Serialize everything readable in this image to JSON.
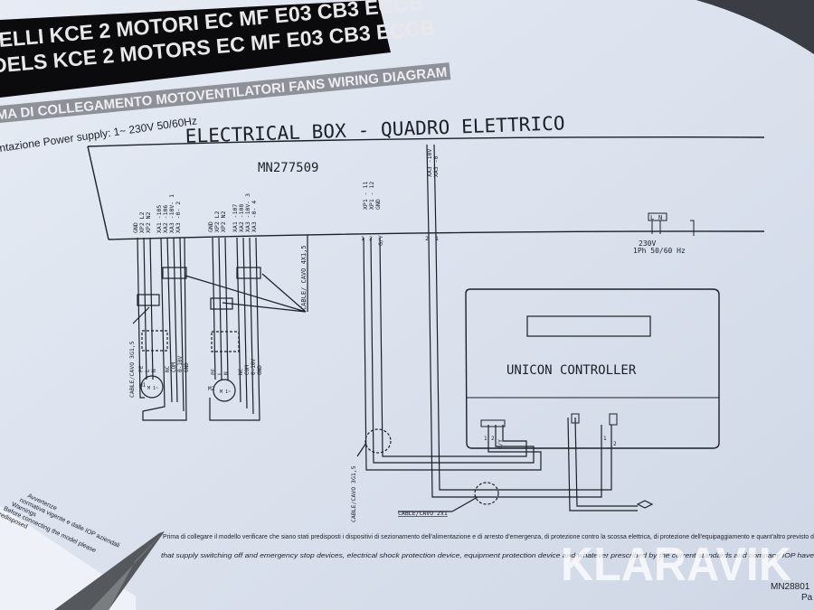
{
  "header": {
    "title_it": "ELLI KCE 2 MOTORI EC MF E03 CB3 ECCB",
    "title_en": "DELS KCE 2 MOTORS EC MF E03 CB3 ECCB",
    "subtitle": "MA DI COLLEGAMENTO MOTOVENTILATORI  FANS WIRING DIAGRAM",
    "power_supply": "ntazione  Power supply:  1~ 230V  50/60Hz"
  },
  "electrical_box": {
    "title": "ELECTRICAL BOX - QUADRO ELETTRICO",
    "code": "MN277509",
    "terminals_motor1": [
      "GND",
      "XP2 L2",
      "XP2 N2",
      "XA1 -105",
      "XA2 -106",
      "XA3 -10V- 1",
      "XA3 -0- 2"
    ],
    "terminals_motor2": [
      "GND",
      "XP2 L2",
      "XP2 N2",
      "XA1 -107",
      "XA2 -108",
      "XA3 -10V- 3",
      "XA3 -0- 4"
    ],
    "terminals_ctrl": [
      "XP1 - 11",
      "XP1 - 12",
      "GND"
    ],
    "terminals_signal": [
      "XA3 -10V",
      "XA3 -0"
    ],
    "wire_numbers": [
      "1",
      "2",
      "G/Y",
      "2",
      "1"
    ],
    "power_terminals": [
      "L",
      "N"
    ],
    "power_label_1": "230V",
    "power_label_2": "1Ph  50/60 Hz"
  },
  "cables": {
    "cable_4x1_5": "CABLE/ CAVO 4X1,5",
    "cable_3x1_5_a": "CABLE/CAVO 3G1,5",
    "cable_3x1_5_b": "CABLE/CAVO 3G1,5",
    "cable_2x1": "CABLE/CAVO 2x1"
  },
  "motors": {
    "pins": [
      "PE",
      "L",
      "N",
      "NC",
      "COM",
      "0-10V",
      "GND"
    ],
    "m1_label": "M1",
    "m2_label": "M2",
    "motor_symbol": "M 1~"
  },
  "controller": {
    "label": "UNICON CONTROLLER",
    "wire_numbers": [
      "1",
      "2",
      "G/Y",
      "1",
      "2"
    ]
  },
  "warning": {
    "heading": "Avvertenze",
    "it_line_1": "Prima di collegare il modello verificare che siano stati predisposti i dispositivi di sezionamento dell'alimentazione e di arresto d'emergenza, di protezione contro la scossa elettrica, di protezione dell'equipaggiamento e quant'altro previsto d",
    "it_line_2": "normativa vigente e dalle IOP aziendali",
    "en_heading": "Warnings",
    "en_line_1": "Before connecting the model please",
    "en_line_2": "that supply switching off and emergency stop devices, electrical shock protection device, equipment protection device and whatever prescribed by the current standards and company IOP have",
    "en_line_3": "predisposed"
  },
  "footer": {
    "doc_code": "MN28801",
    "page": "Pa"
  },
  "watermark": "KLARAVIK",
  "colors": {
    "paper": "#dde3ee",
    "ink": "#1c1f26",
    "band_black": "#0b0b0d",
    "band_gray": "#8e9198"
  }
}
